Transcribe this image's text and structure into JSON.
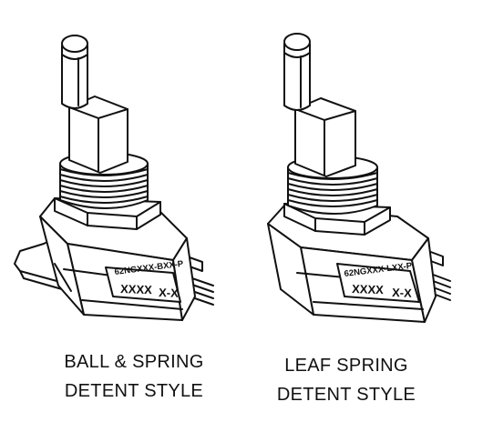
{
  "figure": {
    "ink_color": "#111111",
    "background": "#ffffff"
  },
  "encoders": [
    {
      "part_code": "62NGXXX-BXX-P",
      "lot_code": "XXXX",
      "rev_code": "X-X",
      "caption_line1": "BALL & SPRING",
      "caption_line2": "DETENT STYLE"
    },
    {
      "part_code": "62NGXXX-LXX-P",
      "lot_code": "XXXX",
      "rev_code": "X-X",
      "caption_line1": "LEAF SPRING",
      "caption_line2": "DETENT STYLE"
    }
  ]
}
